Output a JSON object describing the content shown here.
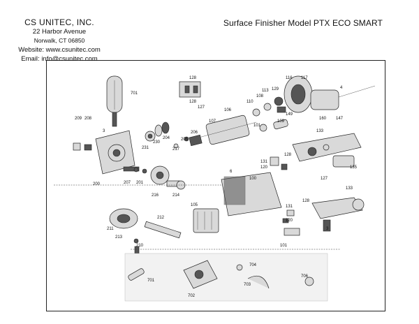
{
  "header": {
    "company_name": "CS UNITEC, INC.",
    "address_line1": "22 Harbor Avenue",
    "address_line2": "Norwalk, CT 06850",
    "website": "Website: www.csunitec.com",
    "email": "Email: info@csunitec.com",
    "document_title": "Surface Finisher Model PTX ECO SMART"
  },
  "diagram": {
    "part_labels": [
      "701",
      "128",
      "128",
      "127",
      "106",
      "113",
      "116",
      "117",
      "4",
      "110",
      "108",
      "129",
      "107",
      "101",
      "109",
      "149",
      "133",
      "147",
      "160",
      "3",
      "209",
      "208",
      "230",
      "204",
      "205",
      "206",
      "217",
      "231",
      "128",
      "120",
      "131",
      "135",
      "200",
      "207",
      "201",
      "216",
      "214",
      "6",
      "100",
      "127",
      "133",
      "128",
      "131",
      "120",
      "105",
      "212",
      "211",
      "213",
      "210",
      "3",
      "101",
      "701",
      "704",
      "706",
      "703",
      "702"
    ]
  }
}
